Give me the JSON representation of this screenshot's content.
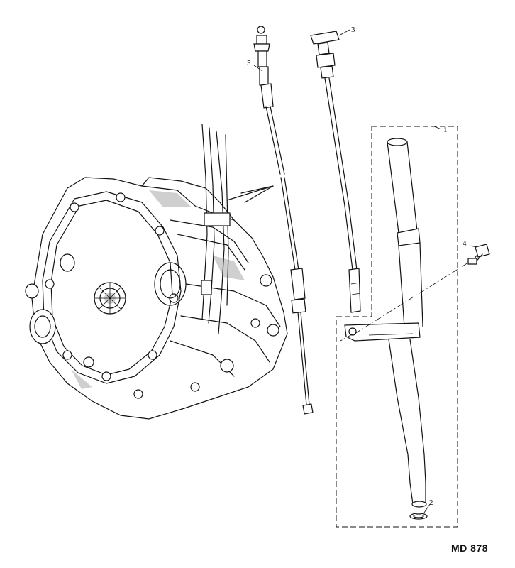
{
  "diagram": {
    "reference_code": "MD 878",
    "callouts": [
      {
        "id": "1",
        "label": "1"
      },
      {
        "id": "2",
        "label": "2"
      },
      {
        "id": "3",
        "label": "3"
      },
      {
        "id": "4",
        "label": "4"
      },
      {
        "id": "5",
        "label": "5"
      }
    ]
  }
}
